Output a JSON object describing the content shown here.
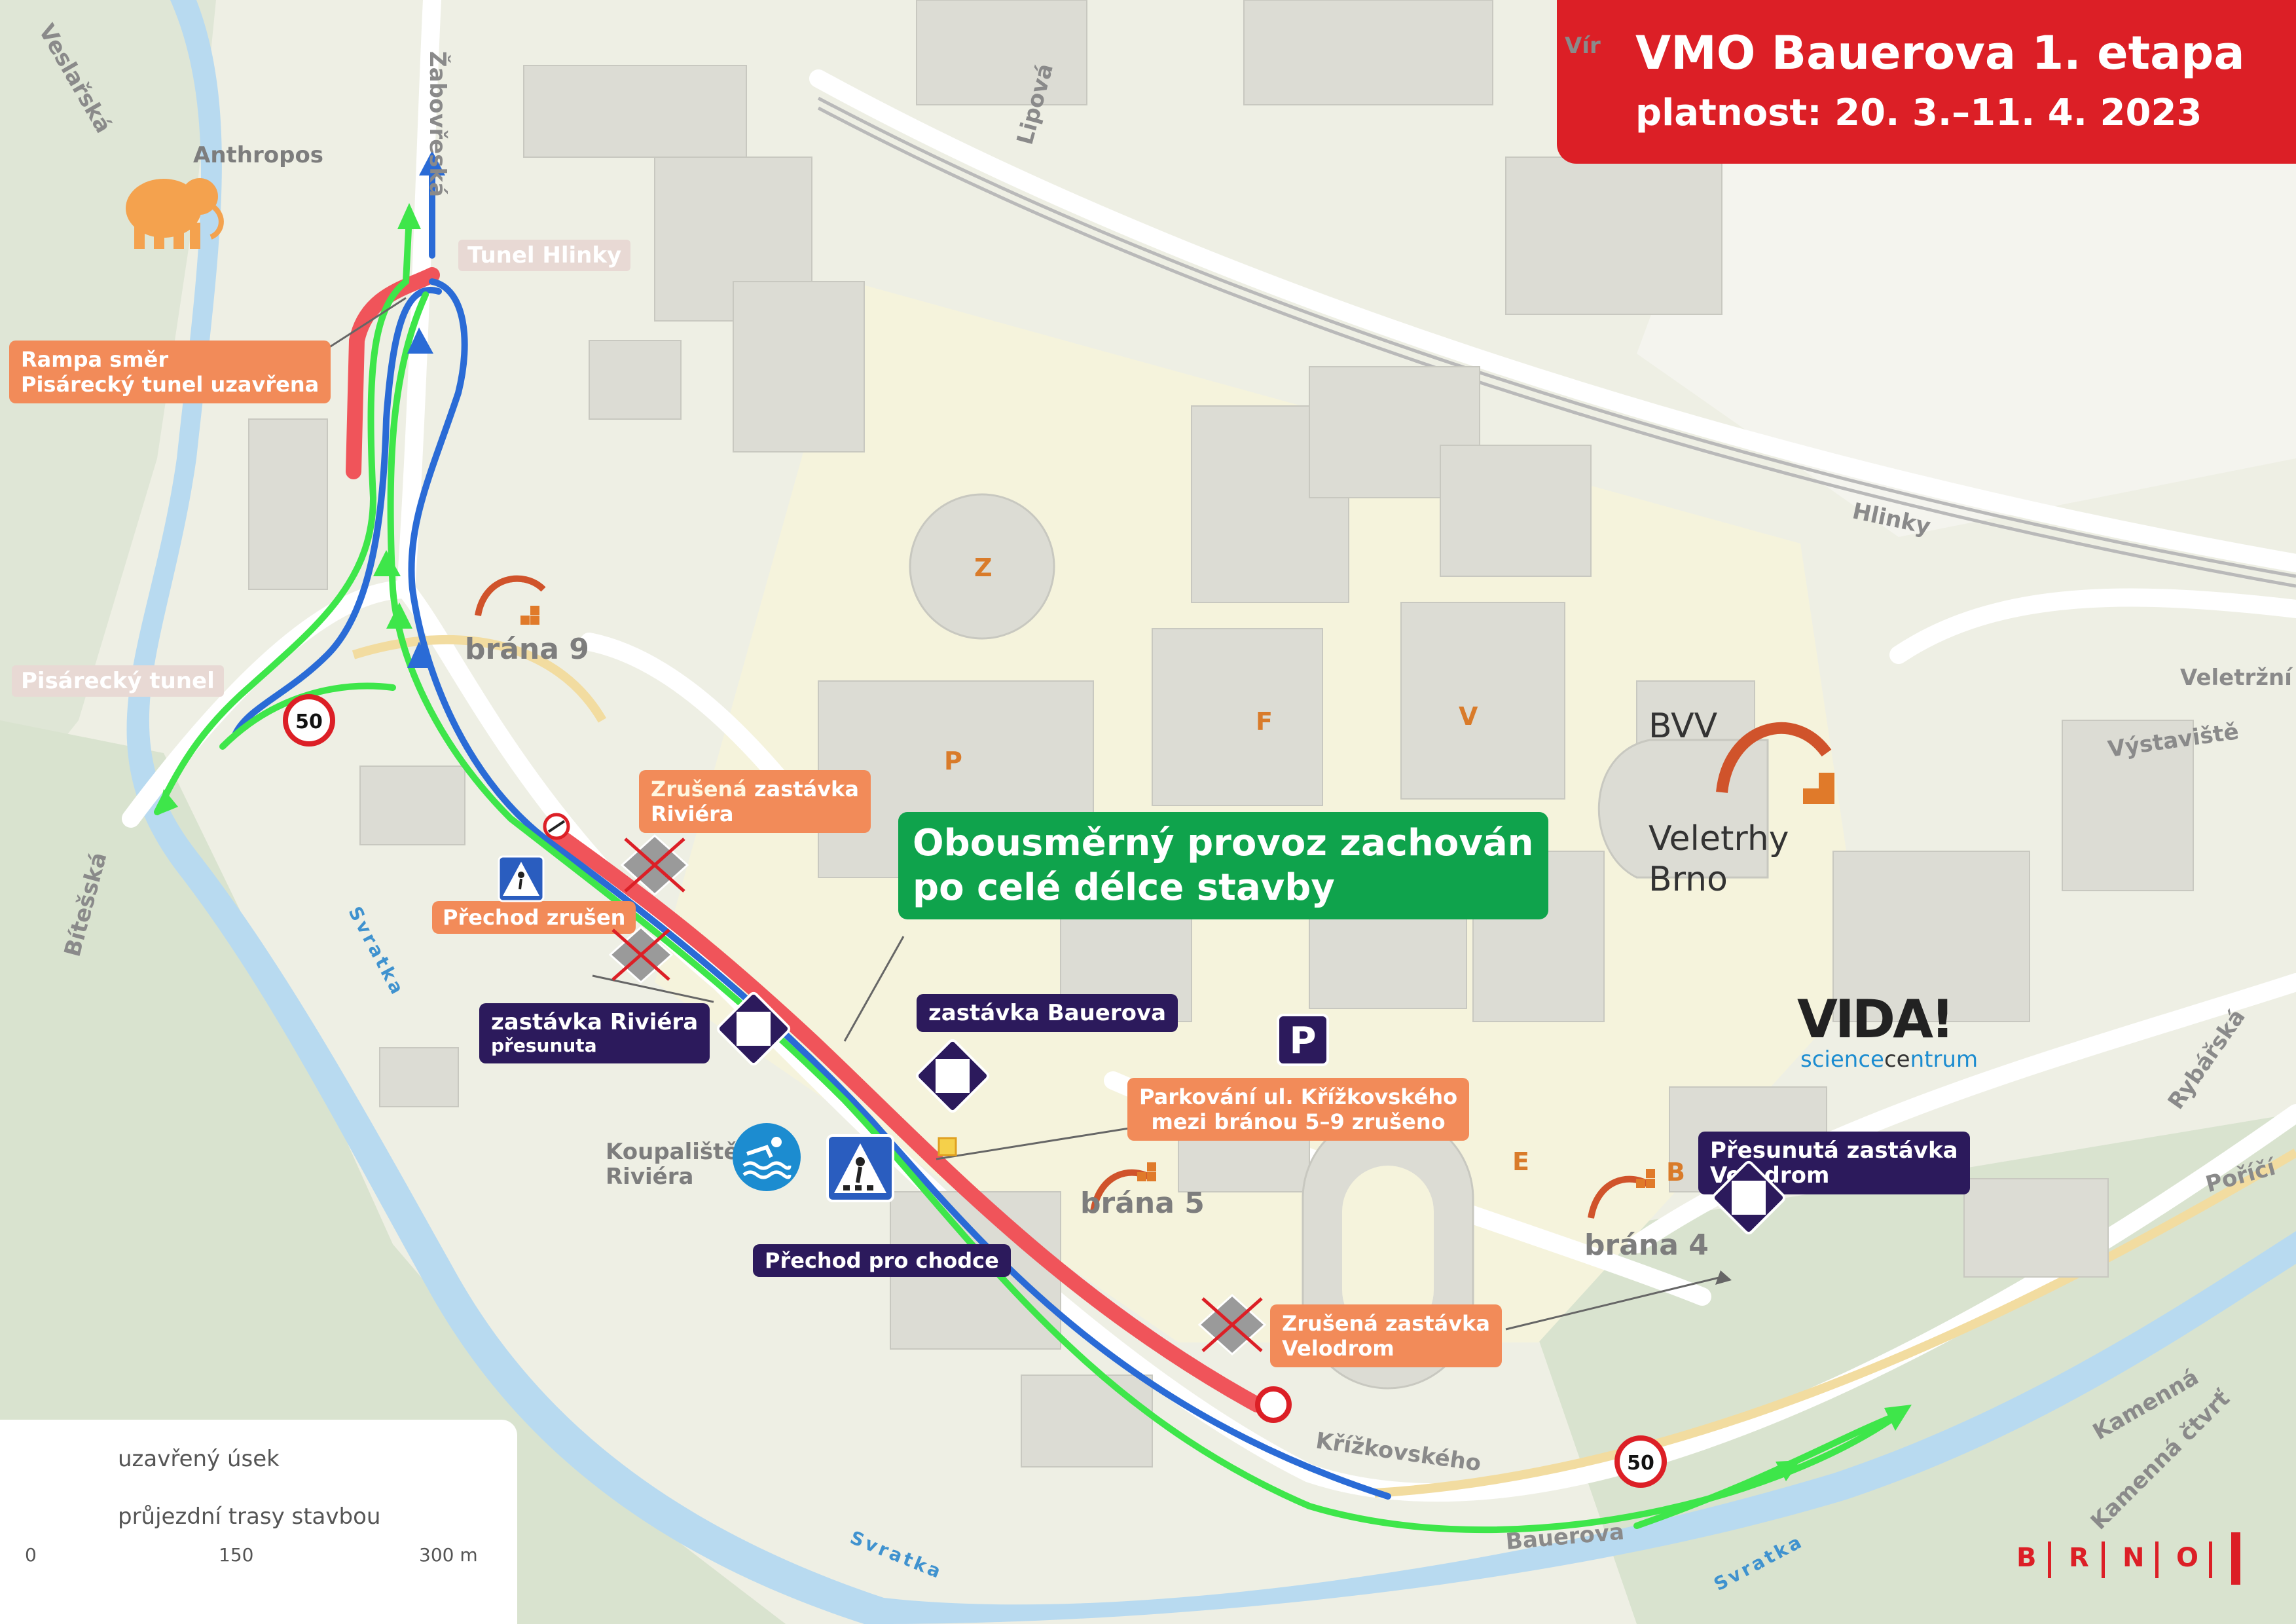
{
  "title": {
    "main": "VMO Bauerova 1. etapa",
    "validity": "platnost: 20. 3.–11. 4. 2023"
  },
  "streets": {
    "veslarska": "Veslařská",
    "zabovreska": "Žabovřeská",
    "lipova": "Lipová",
    "hlinky": "Hlinky",
    "veletrzni": "Veletržní",
    "vystaviste": "Výstaviště",
    "bitesska": "Bítešská",
    "rybarska": "Rybářská",
    "porici": "Poříčí",
    "kamenna": "Kamenná",
    "kamenna_ctvrt": "Kamenná čtvrť",
    "krizkovskeho": "Křížkovského",
    "bauerova": "Bauerova",
    "vir": "Vír"
  },
  "rivers": {
    "svratka": "Svratka"
  },
  "tunnels": {
    "hlinky": "Tunel Hlinky",
    "pisarecky": "Pisárecký tunel"
  },
  "halls": [
    "Z",
    "P",
    "F",
    "V",
    "E",
    "B"
  ],
  "gates": {
    "g9": "brána 9",
    "g5": "brána 5",
    "g4": "brána 4"
  },
  "pois": {
    "anthropos": "Anthropos",
    "koupaliste": "Koupaliště\nRiviéra",
    "bvv": "BVV",
    "veletrhy": "Veletrhy\nBrno",
    "vida": "VIDA!",
    "vida_sub_a": "science",
    "vida_sub_b": "ce",
    "vida_sub_c": "ntrum"
  },
  "callouts": {
    "rampa": "Rampa směr\nPisárecký tunel uzavřena",
    "riviera_cancel_bold": "Zrušená",
    "riviera_cancel_rest": " zastávka",
    "riviera_cancel_name": "Riviéra",
    "prechod_zrusen": "Přechod zrušen",
    "parking_line1": "Parkování ul. Křížkovského",
    "parking_line2a": "mezi bránou 5–9 ",
    "parking_line2b": "zrušeno",
    "velodrom_cancel_bold": "Zrušená",
    "velodrom_cancel_rest": " zastávka",
    "velodrom_cancel_name": "Velodrom",
    "riviera_moved_title": "zastávka Riviéra",
    "riviera_moved_sub": "přesunuta",
    "bauerova_stop": "zastávka Bauerova",
    "crossing": "Přechod pro chodce",
    "velodrom_moved_1": "Přesunutá zastávka",
    "velodrom_moved_2": "Velodrom",
    "two_way_1": "Obousměrný provoz zachován",
    "two_way_2": "po celé délce stavby"
  },
  "speed_limit": "50",
  "parking_sign": "P",
  "legend": {
    "closed": "uzavřený úsek",
    "routes": "průjezdní trasy stavbou",
    "scale_ticks": [
      "0",
      "150",
      "300 m"
    ]
  },
  "brand": [
    "B",
    "R",
    "N",
    "O"
  ],
  "colors": {
    "closed": "#f0545a",
    "route_blue": "#2a6bd6",
    "route_green": "#3ee64a",
    "title_red": "#dc1f26",
    "callout_orange": "#f28b59",
    "callout_navy": "#2c1a5c",
    "callout_green": "#0fa34c",
    "river": "#b8daf0"
  }
}
